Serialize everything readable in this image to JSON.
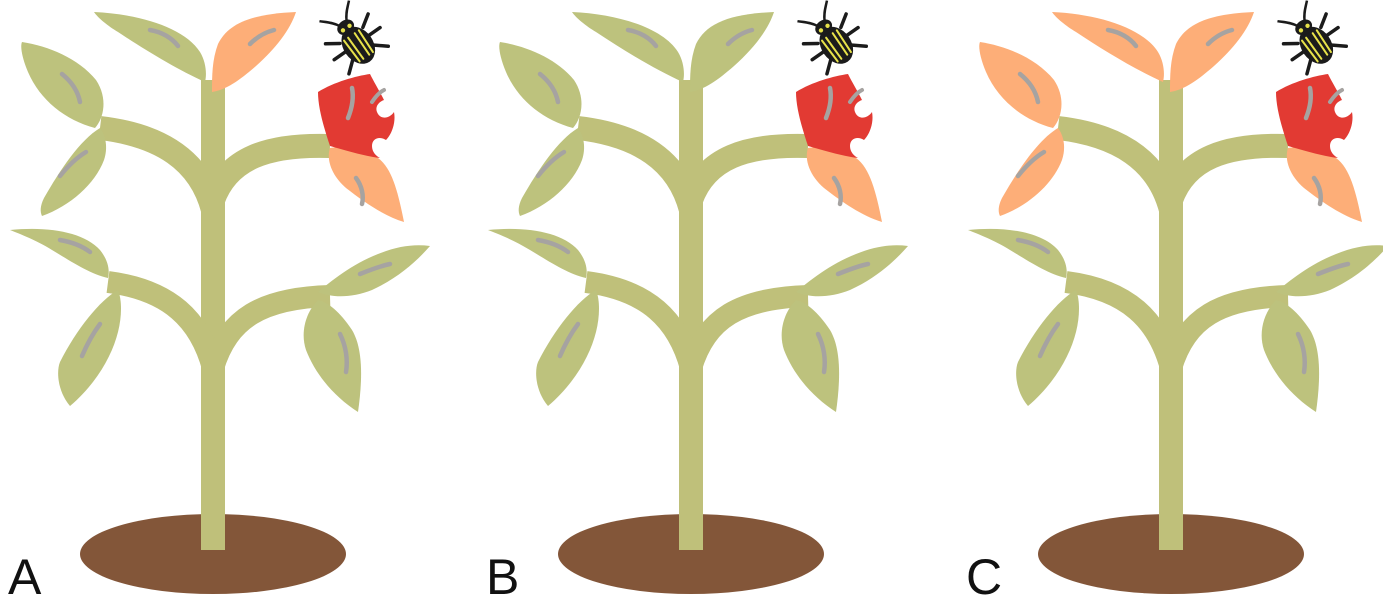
{
  "panels": [
    {
      "label": "A",
      "leaves": {
        "upper_left_top": "healthy",
        "upper_left_bottom": "healthy",
        "top_left": "healthy",
        "top_right": "induced",
        "upper_right_bottom": "induced",
        "lower_left_top": "healthy",
        "lower_left_bottom": "healthy",
        "lower_right_top": "healthy",
        "lower_right_bottom": "healthy"
      }
    },
    {
      "label": "B",
      "leaves": {
        "upper_left_top": "healthy",
        "upper_left_bottom": "healthy",
        "top_left": "healthy",
        "top_right": "healthy",
        "upper_right_bottom": "induced",
        "lower_left_top": "healthy",
        "lower_left_bottom": "healthy",
        "lower_right_top": "healthy",
        "lower_right_bottom": "healthy"
      }
    },
    {
      "label": "C",
      "leaves": {
        "upper_left_top": "induced",
        "upper_left_bottom": "induced",
        "top_left": "induced",
        "top_right": "induced",
        "upper_right_bottom": "induced",
        "lower_left_top": "healthy",
        "lower_left_bottom": "healthy",
        "lower_right_top": "healthy",
        "lower_right_bottom": "healthy"
      }
    }
  ],
  "colors": {
    "stem": "#BFC07A",
    "healthy_leaf": "#BDC27D",
    "induced_leaf": "#FDAE78",
    "damaged_leaf": "#E23A33",
    "vein": "#A6A3A1",
    "soil": "#835639",
    "beetle_body": "#1B1B1B",
    "beetle_marking": "#E7E24A"
  },
  "icons": [
    "beetle-icon",
    "damaged-leaf-icon"
  ]
}
